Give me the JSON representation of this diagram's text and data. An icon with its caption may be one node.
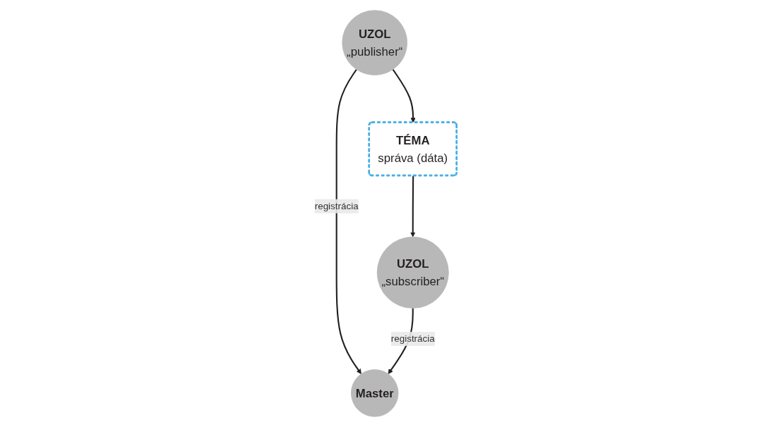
{
  "diagram": {
    "nodes": [
      {
        "text": [
          "Master"
        ]
      },
      {
        "text": [
          "UZOL",
          "„publisher“"
        ]
      },
      {
        "text": [
          "TÉMA",
          "správa (dáta)"
        ]
      },
      {
        "text": [
          "UZOL",
          "„subscriber“"
        ]
      }
    ],
    "edges": [
      {
        "from": 1,
        "to": 0,
        "arrow": "to",
        "label": "registrácia"
      },
      {
        "from": 3,
        "to": 0,
        "arrow": "to",
        "label": "registrácia"
      },
      {
        "from": 1,
        "to": 2,
        "arrow": "to"
      },
      {
        "from": 2,
        "to": 3,
        "arrow": "to"
      }
    ]
  }
}
